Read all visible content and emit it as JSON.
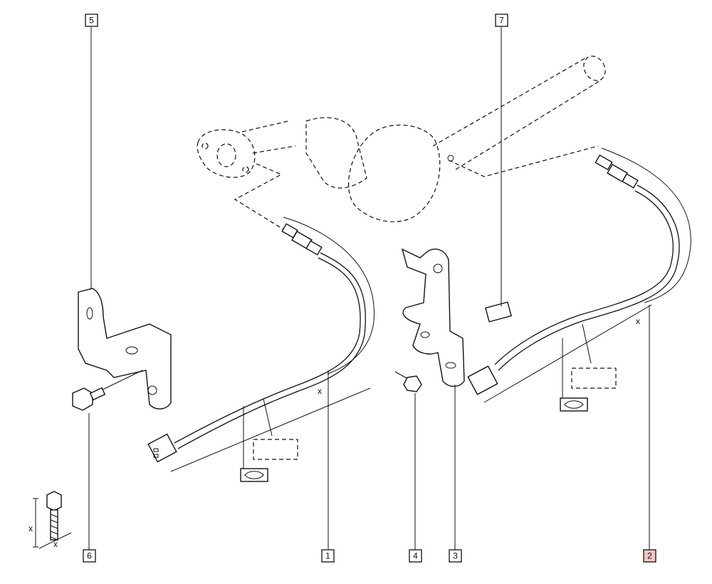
{
  "callouts": {
    "c1": "1",
    "c2": "2",
    "c3": "3",
    "c4": "4",
    "c5": "5",
    "c6": "6",
    "c7": "7"
  },
  "highlighted_callout": "2",
  "dimension_labels": {
    "sensor1_length": "x",
    "sensor2_length": "x",
    "bolt_length": "x",
    "bolt_thread": "x"
  },
  "colors": {
    "highlight": "#f4c7c7",
    "ink": "#111111"
  }
}
